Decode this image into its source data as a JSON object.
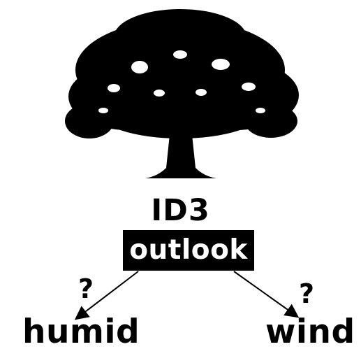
{
  "diagram": {
    "title": "ID3",
    "root": {
      "label": "outlook"
    },
    "branches": [
      {
        "question": "?",
        "child": "humid"
      },
      {
        "question": "?",
        "child": "wind"
      }
    ],
    "colors": {
      "ink": "#000000",
      "background": "#ffffff",
      "root_text": "#ffffff"
    },
    "icons": [
      "tree-silhouette-icon"
    ]
  }
}
